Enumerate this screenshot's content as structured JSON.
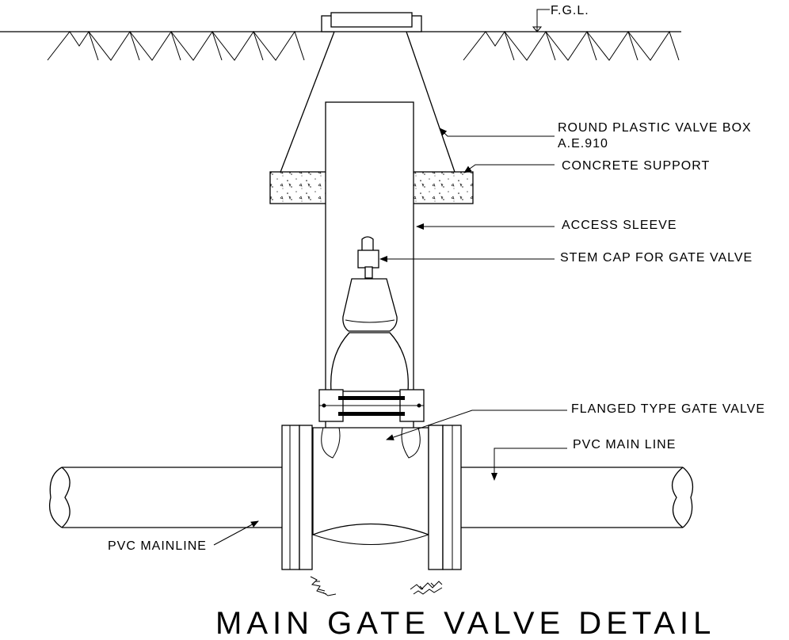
{
  "diagram": {
    "title": "MAIN GATE VALVE DETAIL",
    "labels": {
      "fgl": "F.G.L.",
      "valve_box_line1": "ROUND PLASTIC VALVE BOX",
      "valve_box_line2": "A.E.910",
      "concrete_support": "CONCRETE SUPPORT",
      "access_sleeve": "ACCESS SLEEVE",
      "stem_cap": "STEM CAP FOR GATE VALVE",
      "gate_valve": "FLANGED TYPE GATE VALVE",
      "pvc_main_line": "PVC MAIN LINE",
      "pvc_mainline": "PVC MAINLINE"
    }
  }
}
